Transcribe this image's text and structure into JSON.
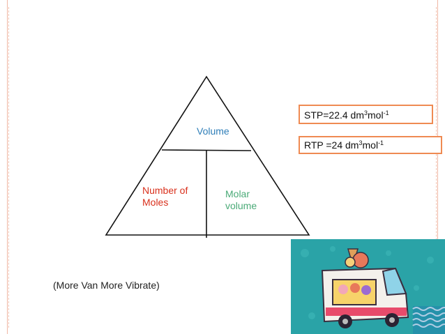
{
  "diagram": {
    "top_label": "Volume",
    "left_label": "Number of\n Moles",
    "right_label": "Molar\nvolume"
  },
  "boxes": {
    "stp": {
      "pre": "STP=22.4 dm",
      "sup1": "3",
      "mid": "mol",
      "sup2": "-1"
    },
    "rtp": {
      "pre": "RTP =24 dm",
      "sup1": "3",
      "mid": "mol",
      "sup2": "-1"
    }
  },
  "note": "(More Van More Vibrate)",
  "image": {
    "description_icon": "ice-cream-truck-icon"
  },
  "colors": {
    "volume": "#2e7eb8",
    "moles": "#d9301c",
    "molar_volume": "#4aaa77",
    "box_border": "#ef8a52",
    "truck_background": "#2aa3a7"
  }
}
